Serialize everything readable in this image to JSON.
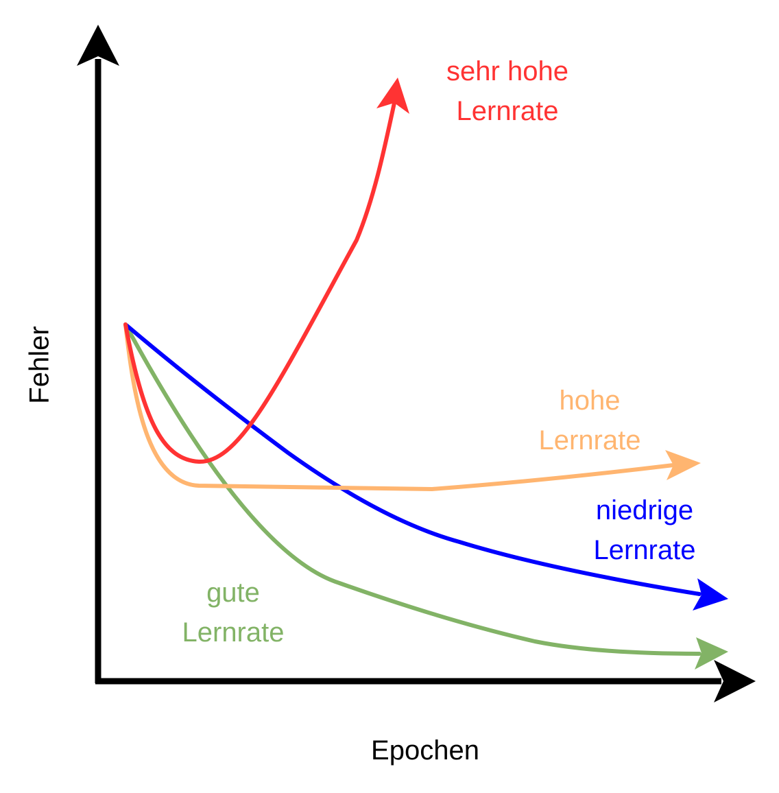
{
  "axes": {
    "y_label": "Fehler",
    "x_label": "Epochen",
    "color": "#000000"
  },
  "curves": [
    {
      "id": "sehr-hohe",
      "label_line1": "sehr hohe",
      "label_line2": "Lernrate",
      "color": "#ff3333"
    },
    {
      "id": "hohe",
      "label_line1": "hohe",
      "label_line2": "Lernrate",
      "color": "#ffb570"
    },
    {
      "id": "niedrige",
      "label_line1": "niedrige",
      "label_line2": "Lernrate",
      "color": "#0000ff"
    },
    {
      "id": "gute",
      "label_line1": "gute",
      "label_line2": "Lernrate",
      "color": "#82b366"
    }
  ]
}
